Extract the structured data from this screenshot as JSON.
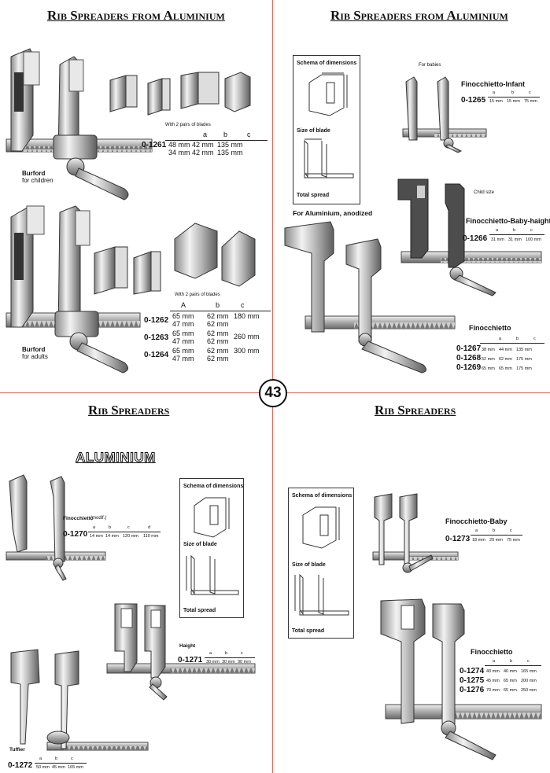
{
  "page_number": "43",
  "q1": {
    "title": "Rib Spreaders from Aluminium",
    "children": {
      "name": "Burford",
      "sub": "for children",
      "note": "With 2 pairs of blades",
      "headers": [
        "a",
        "b",
        "c"
      ],
      "art": "0-1261",
      "rows": [
        [
          "48 mm",
          "42 mm",
          "135 mm"
        ],
        [
          "34 mm",
          "42 mm",
          "135 mm"
        ]
      ]
    },
    "adults": {
      "name": "Burford",
      "sub": "for adults",
      "note": "With 2 pairs of blades",
      "headers": [
        "A",
        "b",
        "c"
      ],
      "items": [
        {
          "art": "0-1262",
          "a1": "65 mm",
          "a2": "47 mm",
          "b1": "62 mm",
          "b2": "62 mm",
          "c": "180 mm"
        },
        {
          "art": "0-1263",
          "a1": "65 mm",
          "a2": "47 mm",
          "b1": "62 mm",
          "b2": "62 mm",
          "c": "260 mm"
        },
        {
          "art": "0-1264",
          "a1": "65 mm",
          "a2": "47 mm",
          "b1": "62 mm",
          "b2": "62 mm",
          "c": "300 mm"
        }
      ]
    }
  },
  "q2": {
    "title": "Rib Spreaders from Aluminium",
    "schema": {
      "title": "Schema of dimensions",
      "blade": "Size of blade",
      "spread": "Total spread"
    },
    "anodized": "For Aluminium, anodized",
    "infant": {
      "note": "For babies",
      "name": "Finocchietto-Infant",
      "art": "0-1265",
      "headers": [
        "a",
        "b",
        "c"
      ],
      "dims": [
        "15 mm",
        "15 mm",
        "75 mm"
      ]
    },
    "baby_height": {
      "note": "Child size",
      "name": "Finocchietto-Baby-haight",
      "art": "0-1266",
      "headers": [
        "a",
        "b",
        "c"
      ],
      "dims": [
        "31 mm",
        "31 mm",
        "100 mm"
      ]
    },
    "finocchietto": {
      "name": "Finocchietto",
      "headers": [
        "a",
        "b",
        "c"
      ],
      "items": [
        {
          "art": "0-1267",
          "dims": [
            "38 mm",
            "44 mm",
            "135 mm"
          ]
        },
        {
          "art": "0-1268",
          "dims": [
            "52 mm",
            "62 mm",
            "175 mm"
          ]
        },
        {
          "art": "0-1269",
          "dims": [
            "65 mm",
            "65 mm",
            "175 mm"
          ]
        }
      ]
    }
  },
  "q3": {
    "title": "Rib Spreaders",
    "subtitle": "ALUMINIUM",
    "schema": {
      "title": "Schema of dimensions",
      "blade": "Size of blade",
      "spread": "Total spread"
    },
    "modif": {
      "name": "Finocchietto",
      "suffix": "(modif.)",
      "art": "0-1270",
      "headers": [
        "a",
        "b",
        "c",
        "d"
      ],
      "dims": [
        "14 mm",
        "14 mm",
        "120 mm",
        "110 mm"
      ]
    },
    "haight": {
      "name": "Haight",
      "art": "0-1271",
      "headers": [
        "a",
        "b",
        "c"
      ],
      "dims": [
        "30 mm",
        "30 mm",
        "90 mm"
      ]
    },
    "tuffier": {
      "name": "Tuffier",
      "art": "0-1272",
      "headers": [
        "a",
        "b",
        "c"
      ],
      "dims": [
        "50 mm",
        "45 mm",
        "165 mm"
      ]
    }
  },
  "q4": {
    "title": "Rib Spreaders",
    "schema": {
      "title": "Schema of dimensions",
      "blade": "Size of blade",
      "spread": "Total spread"
    },
    "baby": {
      "name": "Finocchietto-Baby",
      "art": "0-1273",
      "headers": [
        "a",
        "b",
        "c"
      ],
      "dims": [
        "18 mm",
        "20 mm",
        "75 mm"
      ]
    },
    "finocchietto": {
      "name": "Finocchietto",
      "headers": [
        "a",
        "b",
        "c"
      ],
      "items": [
        {
          "art": "0-1274",
          "dims": [
            "40 mm",
            "40 mm",
            "165 mm"
          ]
        },
        {
          "art": "0-1275",
          "dims": [
            "45 mm",
            "65 mm",
            "200 mm"
          ]
        },
        {
          "art": "0-1276",
          "dims": [
            "70 mm",
            "65 mm",
            "250 mm"
          ]
        }
      ]
    }
  }
}
